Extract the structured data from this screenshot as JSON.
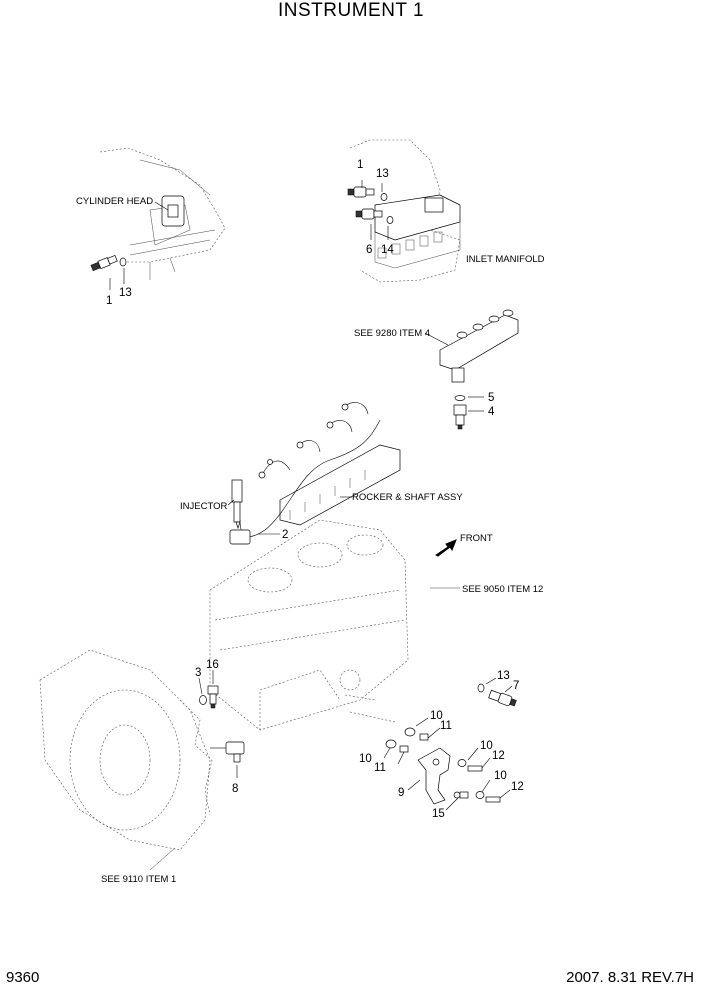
{
  "page": {
    "title": "INSTRUMENT 1",
    "page_number": "9360",
    "revision": "2007. 8.31  REV.7H"
  },
  "labels": {
    "cylinder_head": "CYLINDER HEAD",
    "inlet_manifold": "INLET MANIFOLD",
    "see_9280": "SEE 9280 ITEM 4",
    "injector": "INJECTOR",
    "rocker_shaft": "ROCKER & SHAFT ASSY",
    "front": "FRONT",
    "see_9050": "SEE 9050 ITEM 12",
    "see_9110": "SEE 9110 ITEM 1"
  },
  "callouts": {
    "ch_1": "1",
    "ch_13": "13",
    "im_1": "1",
    "im_13": "13",
    "im_6": "6",
    "im_14": "14",
    "rail_5": "5",
    "rail_4": "4",
    "harness_2": "2",
    "blk_3": "3",
    "blk_16": "16",
    "blk_8": "8",
    "s_13": "13",
    "s_7": "7",
    "b_10a": "10",
    "b_11a": "11",
    "b_10b": "10",
    "b_11b": "11",
    "b_10c": "10",
    "b_12a": "12",
    "b_10d": "10",
    "b_12b": "12",
    "b_9": "9",
    "b_15": "15"
  }
}
